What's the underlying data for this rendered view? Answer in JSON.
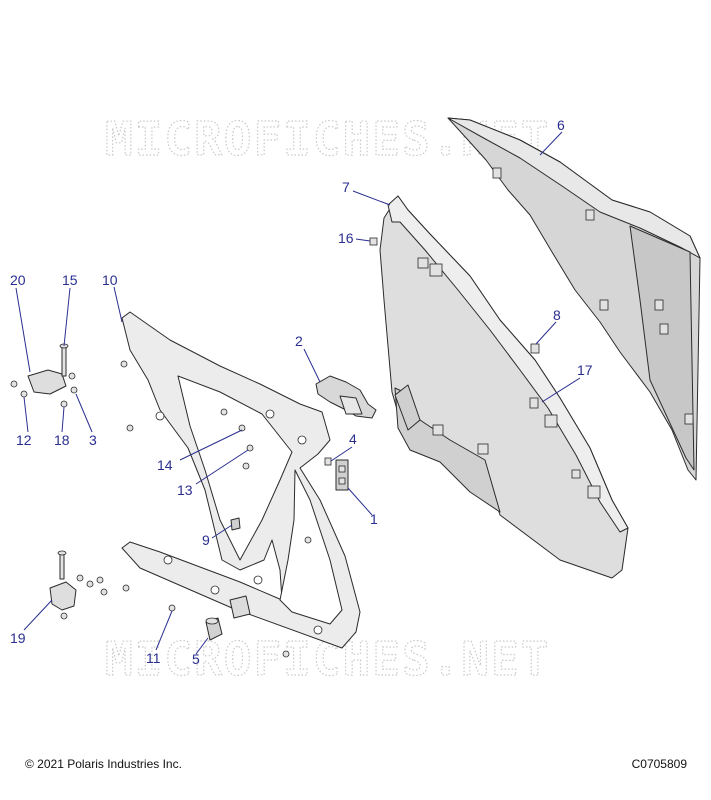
{
  "watermark": "MICROFICHES.NET",
  "callouts": {
    "c1": "1",
    "c2": "2",
    "c3": "3",
    "c4": "4",
    "c5": "5",
    "c6": "6",
    "c7": "7",
    "c8": "8",
    "c9": "9",
    "c10": "10",
    "c11": "11",
    "c12": "12",
    "c13": "13",
    "c14": "14",
    "c15": "15",
    "c16": "16",
    "c17": "17",
    "c18": "18",
    "c19": "19",
    "c20": "20"
  },
  "footer": {
    "copyright": "© 2021 Polaris Industries Inc.",
    "drawing_id": "C0705809"
  },
  "colors": {
    "callout": "#2a2f8f",
    "panel_fill": "#dcdcdc",
    "frame_fill": "#ededed",
    "watermark": "#c9c9c9"
  }
}
